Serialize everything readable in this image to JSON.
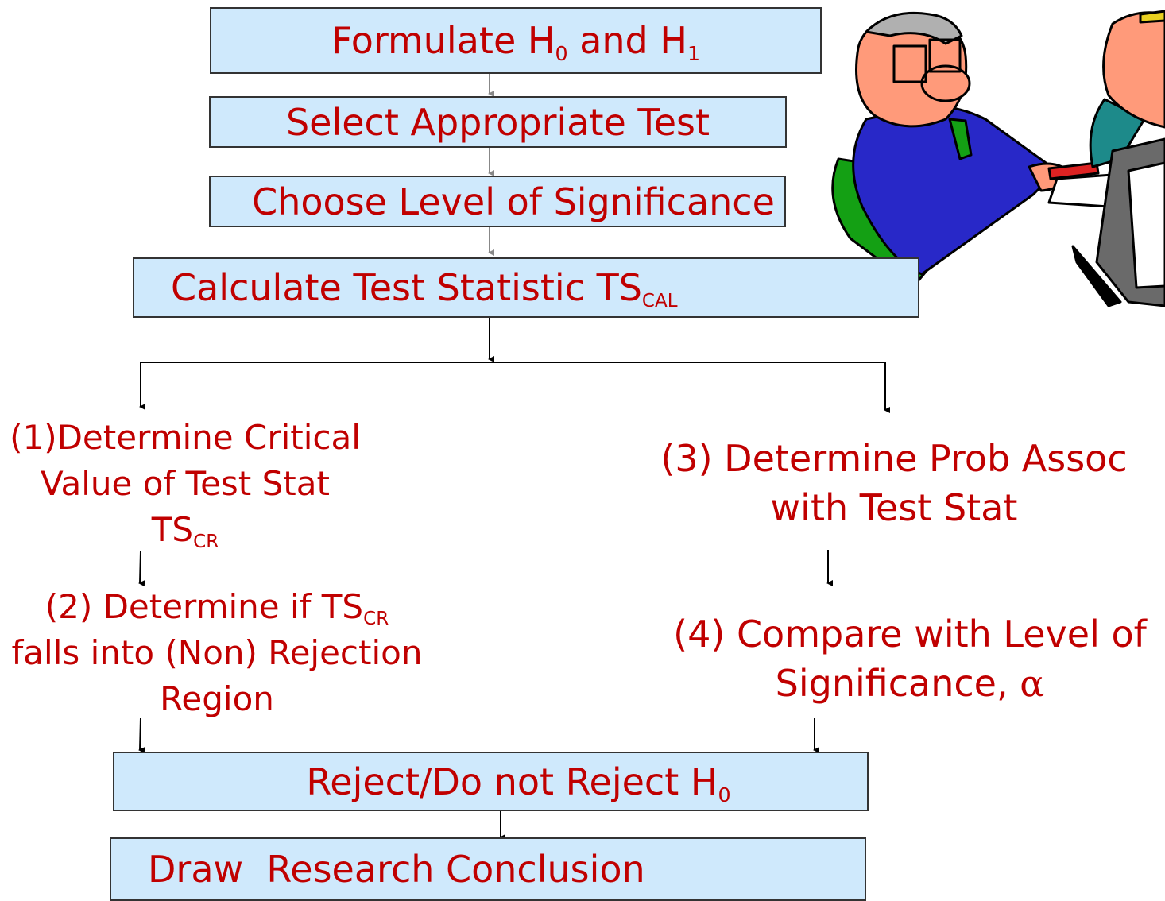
{
  "steps": {
    "formulate": {
      "text": "Formulate H",
      "sub0": "0",
      "mid": " and H",
      "sub1": "1"
    },
    "select": {
      "text": "Select Appropriate Test"
    },
    "choose": {
      "text": "Choose Level of Significance"
    },
    "calculate": {
      "text": "Calculate Test Statistic TS",
      "sub": "CAL"
    },
    "reject": {
      "text": "Reject/Do not Reject H",
      "sub": "0"
    },
    "conclusion": {
      "text": "Draw  Research Conclusion"
    }
  },
  "left_branch": {
    "step1_line1": "(1)Determine Critical",
    "step1_line2": "Value of Test Stat",
    "step1_line3": "TS",
    "step1_line3_sub": "CR",
    "step2_line1": "(2) Determine if TS",
    "step2_line1_sub": "CR",
    "step2_line2": "falls into (Non) Rejection",
    "step2_line3": "Region"
  },
  "right_branch": {
    "step3_line1": "(3) Determine Prob Assoc",
    "step3_line2": "with Test Stat",
    "step4_line1": "(4) Compare with Level of",
    "step4_line2": "Significance, ",
    "step4_symbol": "α"
  },
  "colors": {
    "box_fill": "#cfe9fc",
    "text": "#c00000",
    "line": "#000000"
  },
  "clipart": {
    "name": "business-people-reviewing-chart-illustration"
  }
}
